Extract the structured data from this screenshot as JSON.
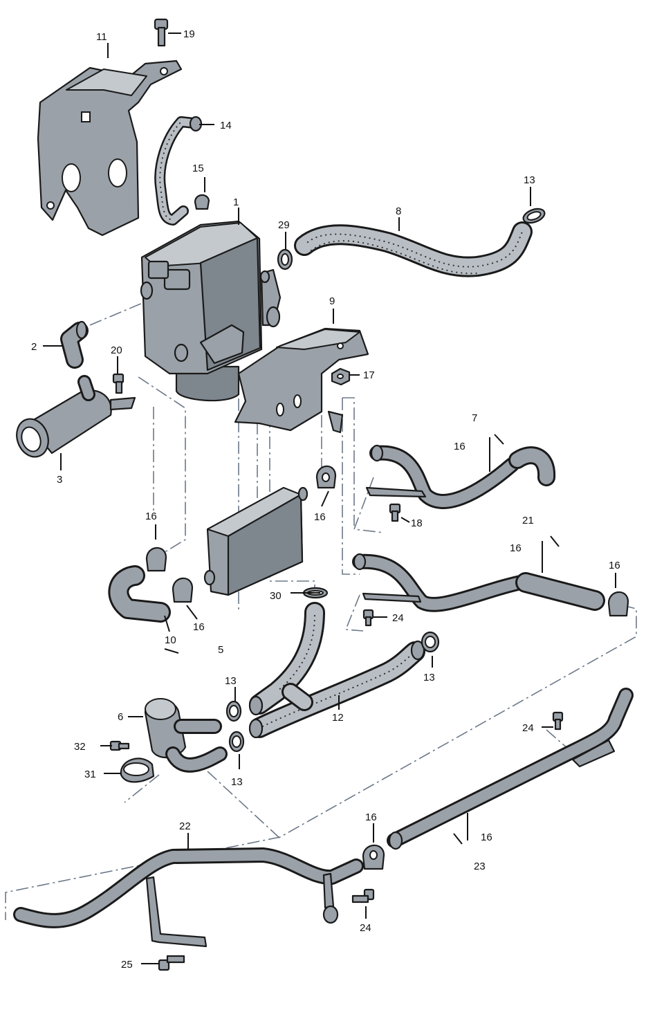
{
  "callouts": {
    "c1": "1",
    "c2": "2",
    "c3": "3",
    "c5": "5",
    "c6": "6",
    "c7": "7",
    "c8": "8",
    "c9": "9",
    "c10": "10",
    "c11": "11",
    "c12": "12",
    "c13a": "13",
    "c13b": "13",
    "c13c": "13",
    "c13d": "13",
    "c14": "14",
    "c15": "15",
    "c16a": "16",
    "c16b": "16",
    "c16c": "16",
    "c16d": "16",
    "c16e": "16",
    "c16f": "16",
    "c16g": "16",
    "c16h": "16",
    "c17": "17",
    "c18": "18",
    "c19": "19",
    "c20": "20",
    "c21": "21",
    "c22": "22",
    "c23": "23",
    "c24a": "24",
    "c24b": "24",
    "c24c": "24",
    "c25": "25",
    "c29": "29",
    "c30": "30",
    "c31": "31",
    "c32": "32"
  },
  "colors": {
    "part_fill": "#9aa1a8",
    "outline": "#1a1a1a",
    "dash_line": "#6b7888",
    "background": "#ffffff"
  }
}
